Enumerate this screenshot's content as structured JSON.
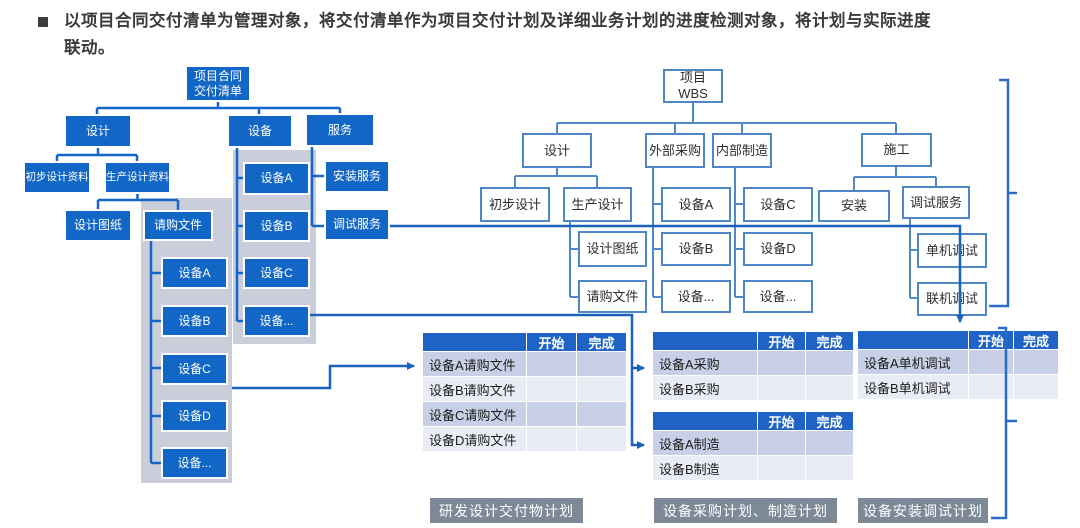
{
  "colors": {
    "box_blue": "#1267C6",
    "white_box_border": "#4E86C6",
    "table_header_blue": "#2063C6",
    "row_dark": "#C7D0E6",
    "row_light": "#E9ECF5",
    "panel_gray": "#C9CEDA",
    "label_gray": "#7E8998",
    "connector_blue": "#1B62BC"
  },
  "header": {
    "bullet": "■",
    "text": "以项目合同交付清单为管理对象，将交付清单作为项目交付计划及详细业务计划的进度检测对象，将计划与实际进度联动。"
  },
  "left_tree": {
    "root_line1": "项目合同",
    "root_line2": "交付清单",
    "design": "设计",
    "prelim_design_docs": "初步设计资料",
    "prod_design_docs": "生产设计资料",
    "design_drawings": "设计图纸",
    "purchase_request": "请购文件",
    "equipment": "设备",
    "service": "服务",
    "install_service": "安装服务",
    "commissioning_service": "调试服务",
    "req_items": [
      "设备A",
      "设备B",
      "设备C",
      "设备D",
      "设备..."
    ],
    "equip_items": [
      "设备A",
      "设备B",
      "设备C",
      "设备..."
    ]
  },
  "right_tree": {
    "root_line1": "项目",
    "root_line2": "WBS",
    "design": "设计",
    "external_procurement": "外部采购",
    "internal_manufacture": "内部制造",
    "construction": "施工",
    "prelim_design": "初步设计",
    "prod_design": "生产设计",
    "design_drawings": "设计图纸",
    "purchase_request": "请购文件",
    "procurement_items": [
      "设备A",
      "设备B",
      "设备..."
    ],
    "manufacture_items": [
      "设备C",
      "设备D",
      "设备..."
    ],
    "install": "安装",
    "commissioning_service": "调试服务",
    "commissioning_items": [
      "单机调试",
      "联机调试"
    ]
  },
  "tables": {
    "headers": {
      "start": "开始",
      "finish": "完成"
    },
    "req": {
      "rows": [
        "设备A请购文件",
        "设备B请购文件",
        "设备C请购文件",
        "设备D请购文件"
      ]
    },
    "proc": {
      "rows": [
        "设备A采购",
        "设备B采购"
      ]
    },
    "mfg": {
      "rows": [
        "设备A制造",
        "设备B制造"
      ]
    },
    "comm": {
      "rows": [
        "设备A单机调试",
        "设备B单机调试"
      ]
    }
  },
  "labels": {
    "design_plan": "研发设计交付物计划",
    "procurement_plan": "设备采购计划、制造计划",
    "install_plan": "设备安装调试计划"
  }
}
